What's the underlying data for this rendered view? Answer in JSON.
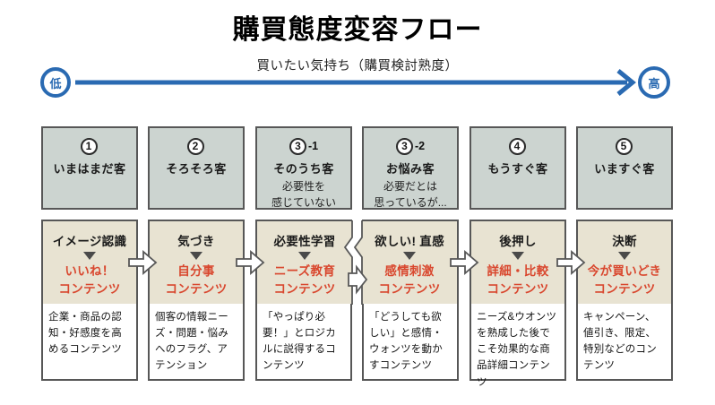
{
  "title": "購買態度変容フロー",
  "axis": {
    "label": "買いたい気持ち（購買検討熟度）",
    "low_label": "低",
    "high_label": "高",
    "color": "#2a6ab2"
  },
  "colors": {
    "stage_box_bg": "#ccd4d0",
    "content_box_bg": "#e8e3d2",
    "description_box_bg": "#ffffff",
    "box_border": "#575757",
    "accent_red": "#d9472e",
    "axis_blue": "#2a6ab2"
  },
  "stages": [
    {
      "number": "1",
      "suffix": "",
      "name": "いまはまだ客",
      "note": "",
      "step": "イメージ認識",
      "content": "いいね！\nコンテンツ",
      "description": "企業・商品の認知・好感度を高めるコンテンツ"
    },
    {
      "number": "2",
      "suffix": "",
      "name": "そろそろ客",
      "note": "",
      "step": "気づき",
      "content": "自分事\nコンテンツ",
      "description": "個客の情報ニーズ・問題・悩みへのフラグ、アテンション"
    },
    {
      "number": "3",
      "suffix": "-1",
      "name": "そのうち客",
      "note": "必要性を\n感じていない",
      "step": "必要性学習",
      "content": "ニーズ教育\nコンテンツ",
      "description": "「やっぱり必要！」とロジカルに説得するコンテンツ"
    },
    {
      "number": "3",
      "suffix": "-2",
      "name": "お悩み客",
      "note": "必要だとは\n思っているが...",
      "step": "欲しい! 直感",
      "content": "感情刺激\nコンテンツ",
      "description": "「どうしても欲しい」と感情・ウォンツを動かすコンテンツ"
    },
    {
      "number": "4",
      "suffix": "",
      "name": "もうすぐ客",
      "note": "",
      "step": "後押し",
      "content": "詳細・比較\nコンテンツ",
      "description": "ニーズ&ウオンツを熟成した後でこそ効果的な商品詳細コンテンツ"
    },
    {
      "number": "5",
      "suffix": "",
      "name": "いますぐ客",
      "note": "",
      "step": "決断",
      "content": "今が買いどき\nコンテンツ",
      "description": "キャンペーン、値引き、限定、特別などのコンテンツ"
    }
  ]
}
